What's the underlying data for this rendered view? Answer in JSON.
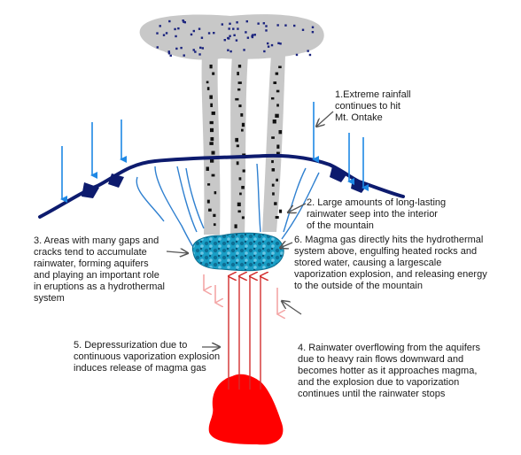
{
  "labels": {
    "step1": "1.Extreme rainfall\ncontinues to hit\nMt. Ontake",
    "step2": "2. Large amounts of long-lasting\nrainwater seep into the interior\nof the mountain",
    "step3": "3. Areas with many gaps and\ncracks tend to accumulate\nrainwater, forming aquifers\nand playing an important role\nin eruptions as a hydrothermal\nsystem",
    "step4": "4. Rainwater overflowing from the aquifers\ndue to heavy rain flows downward and\nbecomes hotter as it approaches magma,\nand the explosion due to vaporization\ncontinues until the rainwater stops",
    "step5": "5. Depressurization due to\ncontinuous vaporization explosion\ninduces release of magma gas",
    "step6": "6. Magma gas directly hits the hydrothermal\nsystem above, engulfing heated rocks and\nstored water, causing a largescale\nvaporization explosion, and releasing energy\nto the outside of the mountain"
  },
  "colors": {
    "rain": "#1e88e5",
    "mountain": "#0d1b6e",
    "seep": "#2f80d0",
    "aquifer": "#1a9fc6",
    "magma": "#ff0000",
    "magma_arrow": "#d32f2f",
    "downflow_arrow": "#f4a6a6",
    "plume": "#c8c8c8",
    "plume_dots": "#1a237e",
    "pointer": "#555555"
  },
  "icons": {
    "rain": "down-arrow",
    "pointer": "arrow"
  }
}
